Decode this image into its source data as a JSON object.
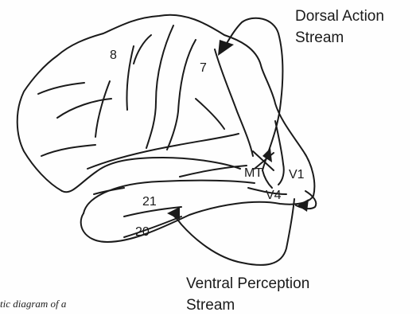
{
  "diagram": {
    "stroke_color": "#1a1a1a",
    "background": "#fefefe",
    "streams": {
      "dorsal": [
        "Dorsal Action",
        "Stream"
      ],
      "ventral": [
        "Ventral Perception",
        "Stream"
      ]
    },
    "areas": {
      "area_8": "8",
      "area_7": "7",
      "mt": "MT",
      "v1": "V1",
      "v4": "V4",
      "area_21": "21",
      "area_20": "20"
    },
    "caption": "tic diagram of a"
  }
}
